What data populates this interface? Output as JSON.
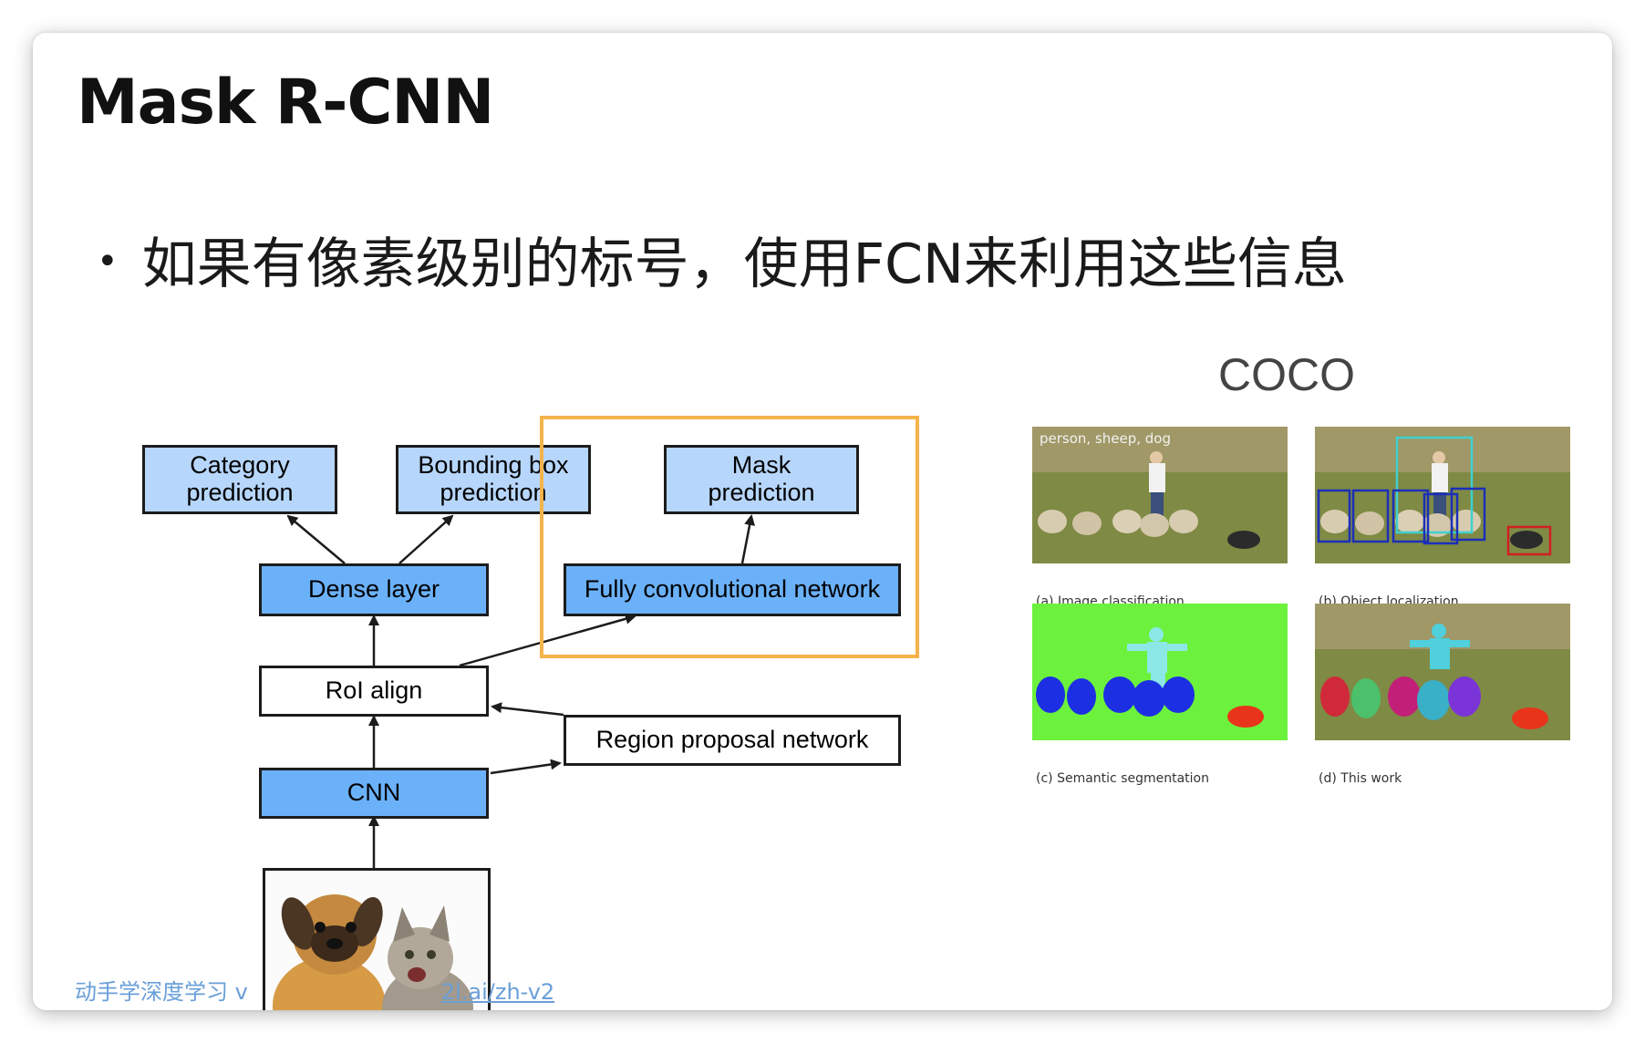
{
  "slide": {
    "title": "Mask R-CNN",
    "bullet": "如果有像素级别的标号，使用FCN来利用这些信息",
    "footer_left": "动手学深度学习 v",
    "footer_link": "2l.ai/zh-v2"
  },
  "diagram": {
    "category_prediction": [
      "Category",
      "prediction"
    ],
    "bounding_box_prediction": [
      "Bounding box",
      "prediction"
    ],
    "mask_prediction": [
      "Mask",
      "prediction"
    ],
    "dense_layer": "Dense layer",
    "fcn": "Fully convolutional network",
    "roi_align": "RoI align",
    "rpn": "Region proposal network",
    "cnn": "CNN",
    "colors": {
      "light_box": "#b7d6fb",
      "mid_box": "#6bb1fa",
      "highlight": "#f4b34b"
    }
  },
  "coco": {
    "title": "COCO",
    "panel_a_tag": "person, sheep, dog",
    "captions": {
      "a": "(a) Image classification",
      "b": "(b) Object localization",
      "c": "(c) Semantic segmentation",
      "d": "(d) This work"
    }
  }
}
